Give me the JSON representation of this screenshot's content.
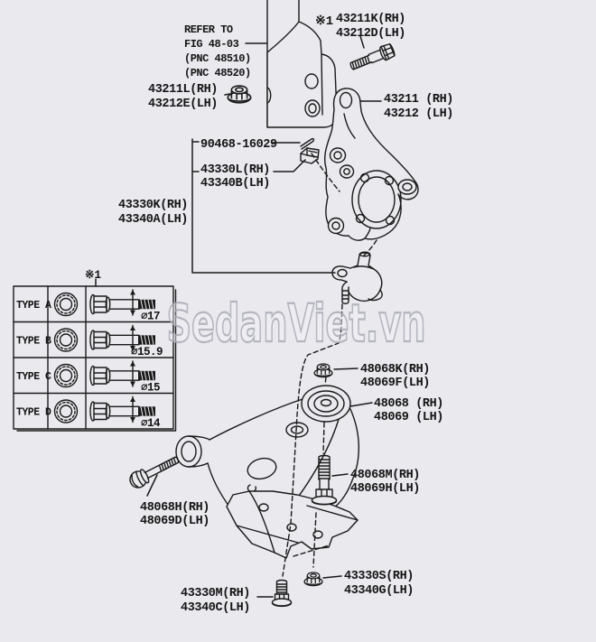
{
  "colors": {
    "background": "#e9e9ee",
    "line": "#1a1a1a",
    "text": "#141414",
    "watermark_outline": "#a6a6b2"
  },
  "watermark": {
    "text": "SedanViet.vn"
  },
  "note": {
    "symbol": "※1"
  },
  "refer_note": {
    "lines": [
      "REFER TO",
      "FIG 48-03",
      "(PNC 48510)",
      "(PNC 48520)"
    ]
  },
  "parts": {
    "strut_bolt": {
      "rh": "43211K(RH)",
      "lh": "43212D(LH)"
    },
    "strut_nut": {
      "rh": "43211L(RH)",
      "lh": "43212E(LH)"
    },
    "knuckle": {
      "rh": "43211 (RH)",
      "lh": "43212 (LH)"
    },
    "clip": {
      "pn": "90468-16029"
    },
    "dust_cover": {
      "rh": "43330L(RH)",
      "lh": "43340B(LH)"
    },
    "ball_joint": {
      "rh": "43330K(RH)",
      "lh": "43340A(LH)"
    },
    "arm_nut": {
      "rh": "48068K(RH)",
      "lh": "48069F(LH)"
    },
    "lower_arm": {
      "rh": "48068 (RH)",
      "lh": "48069 (LH)"
    },
    "arm_rear_bolt": {
      "rh": "48068M(RH)",
      "lh": "48069H(LH)"
    },
    "arm_front_bolt": {
      "rh": "48068H(RH)",
      "lh": "48069D(LH)"
    },
    "ball_joint_nut": {
      "rh": "43330S(RH)",
      "lh": "43340G(LH)"
    },
    "ball_joint_bolt": {
      "rh": "43330M(RH)",
      "lh": "43340C(LH)"
    }
  },
  "table": {
    "note": "※1",
    "rows": [
      {
        "type": "TYPE A",
        "dia": "⌀17"
      },
      {
        "type": "TYPE B",
        "dia": "⌀15.9"
      },
      {
        "type": "TYPE C",
        "dia": "⌀15"
      },
      {
        "type": "TYPE D",
        "dia": "⌀14"
      }
    ]
  }
}
